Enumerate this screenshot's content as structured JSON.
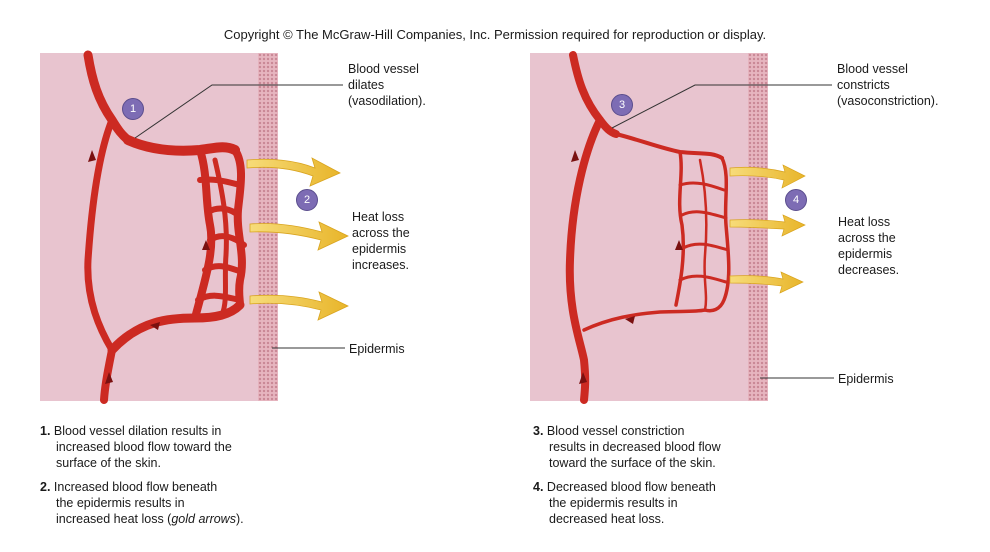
{
  "copyright": "Copyright © The McGraw-Hill Companies, Inc. Permission required for reproduction or display.",
  "left": {
    "badge1": "1",
    "badge2": "2",
    "vessel_label": [
      "Blood vessel",
      "dilates",
      "(vasodilation)."
    ],
    "heat_label": [
      "Heat loss",
      "across the",
      "epidermis",
      "increases."
    ],
    "epidermis_label": "Epidermis"
  },
  "right": {
    "badge3": "3",
    "badge4": "4",
    "vessel_label": [
      "Blood vessel",
      "constricts",
      "(vasoconstriction)."
    ],
    "heat_label": [
      "Heat loss",
      "across the",
      "epidermis",
      "decreases."
    ],
    "epidermis_label": "Epidermis"
  },
  "captions": {
    "c1": {
      "num": "1.",
      "lines": [
        "Blood vessel dilation results in",
        "increased blood flow toward the",
        "surface of the skin."
      ]
    },
    "c2": {
      "num": "2.",
      "lines": [
        "Increased blood flow beneath",
        "the epidermis results in",
        "increased heat loss ("
      ],
      "italic": "gold arrows",
      "tail": ")."
    },
    "c3": {
      "num": "3.",
      "lines": [
        "Blood vessel constriction",
        "results in decreased blood flow",
        "toward the surface of the skin."
      ]
    },
    "c4": {
      "num": "4.",
      "lines": [
        "Decreased blood flow beneath",
        "the epidermis results in",
        "decreased heat loss."
      ]
    }
  },
  "colors": {
    "vessel": "#cc2a22",
    "arrow": "#f0c23a",
    "tissue": "#e8c4cf",
    "badge": "#7d6cb4"
  }
}
